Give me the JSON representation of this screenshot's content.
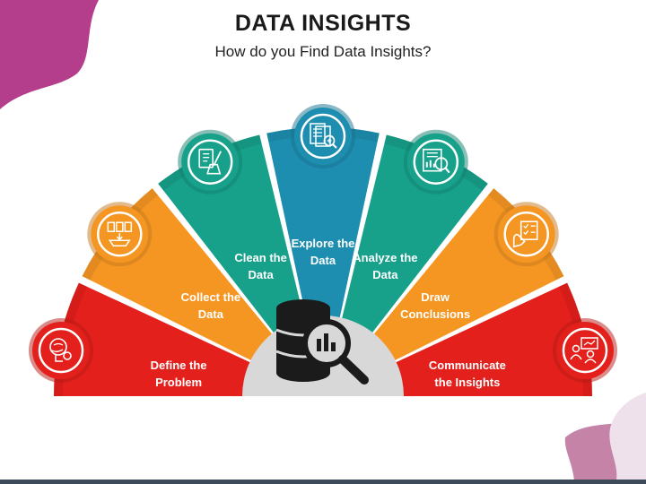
{
  "header": {
    "title": "DATA INSIGHTS",
    "subtitle": "How do you Find Data Insights?"
  },
  "steps": [
    {
      "line1": "Define the",
      "line2": "Problem",
      "color": "#e3201b",
      "icon": "brain-gear-icon"
    },
    {
      "line1": "Collect the",
      "line2": "Data",
      "color": "#f59623",
      "icon": "documents-collect-icon"
    },
    {
      "line1": "Clean the",
      "line2": "Data",
      "color": "#17a08a",
      "icon": "document-brush-icon"
    },
    {
      "line1": "Explore the",
      "line2": "Data",
      "color": "#1e8eb0",
      "icon": "documents-search-icon"
    },
    {
      "line1": "Analyze the",
      "line2": "Data",
      "color": "#17a08a",
      "icon": "report-magnifier-icon"
    },
    {
      "line1": "Draw",
      "line2": "Conclusions",
      "color": "#f59623",
      "icon": "checklist-hand-icon"
    },
    {
      "line1": "Communicate",
      "line2": "the Insights",
      "color": "#e3201b",
      "icon": "presentation-team-icon"
    }
  ],
  "center": {
    "icon": "database-search-icon"
  },
  "colors": {
    "red": "#e3201b",
    "orange": "#f59623",
    "teal": "#17a08a",
    "blue": "#1e8eb0",
    "corner_magenta": "#b43d8c",
    "corner_mauve": "#c583a8",
    "center_disc": "#d8d8d8"
  }
}
